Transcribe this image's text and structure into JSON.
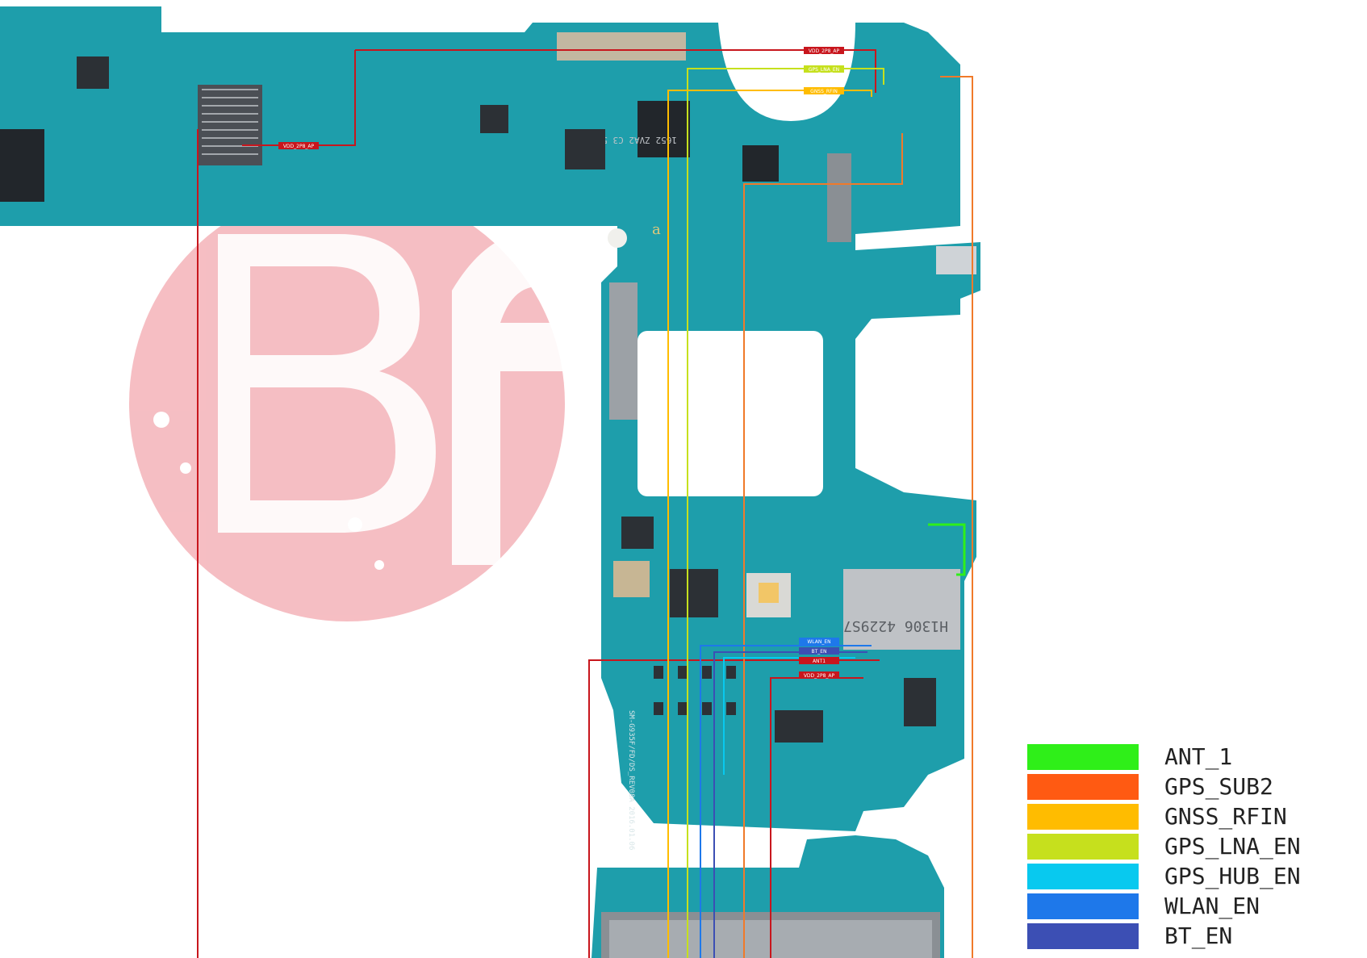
{
  "diagram": {
    "kind": "pcb-board-trace-map",
    "board_color": "#1e9eab",
    "watermark_color": "#f2a7ae"
  },
  "legend": {
    "items": [
      {
        "label": "ANT_1",
        "color": "#2fef19"
      },
      {
        "label": "GPS_SUB2",
        "color": "#ff5a12"
      },
      {
        "label": "GNSS_RFIN",
        "color": "#ffbc00"
      },
      {
        "label": "GPS_LNA_EN",
        "color": "#c6e01d"
      },
      {
        "label": "GPS_HUB_EN",
        "color": "#08c9ef"
      },
      {
        "label": "WLAN_EN",
        "color": "#1e78ea"
      },
      {
        "label": "BT_EN",
        "color": "#3c4fb4"
      }
    ]
  },
  "board_markings": {
    "chip_top": "1652 ZVA2 C3 552",
    "chip_bottom": "H1306 4229S7",
    "silkscreen": "SM-G935F/FD/DS_REV08A 2016.01.06",
    "logo_letter": "a"
  },
  "net_labels": [
    {
      "text": "VDD_2P8_AP",
      "color": "#c8161d"
    },
    {
      "text": "GPS_LNA_EN",
      "color": "#c6e01d"
    },
    {
      "text": "GNSS_RFIN",
      "color": "#ffbc00"
    },
    {
      "text": "VDD_2P8_AP",
      "color": "#c8161d"
    },
    {
      "text": "WLAN_EN",
      "color": "#1e78ea"
    },
    {
      "text": "BT_EN",
      "color": "#3c4fb4"
    },
    {
      "text": "ANT1",
      "color": "#c8161d"
    },
    {
      "text": "VDD_2P8_AP",
      "color": "#c8161d"
    }
  ]
}
